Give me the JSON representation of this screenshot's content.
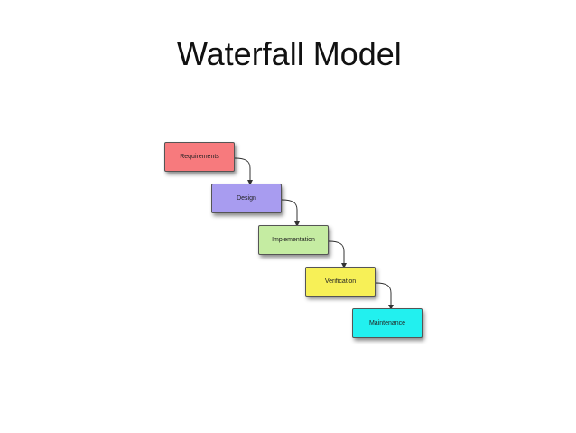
{
  "slide": {
    "title": "Waterfall Model"
  },
  "diagram": {
    "stages": [
      {
        "label": "Requirements",
        "color": "#f77a7d"
      },
      {
        "label": "Design",
        "color": "#a89cf0"
      },
      {
        "label": "Implementation",
        "color": "#c5eca2"
      },
      {
        "label": "Verification",
        "color": "#f7f057"
      },
      {
        "label": "Maintenance",
        "color": "#22f0ef"
      }
    ],
    "connector_color": "#333333"
  }
}
